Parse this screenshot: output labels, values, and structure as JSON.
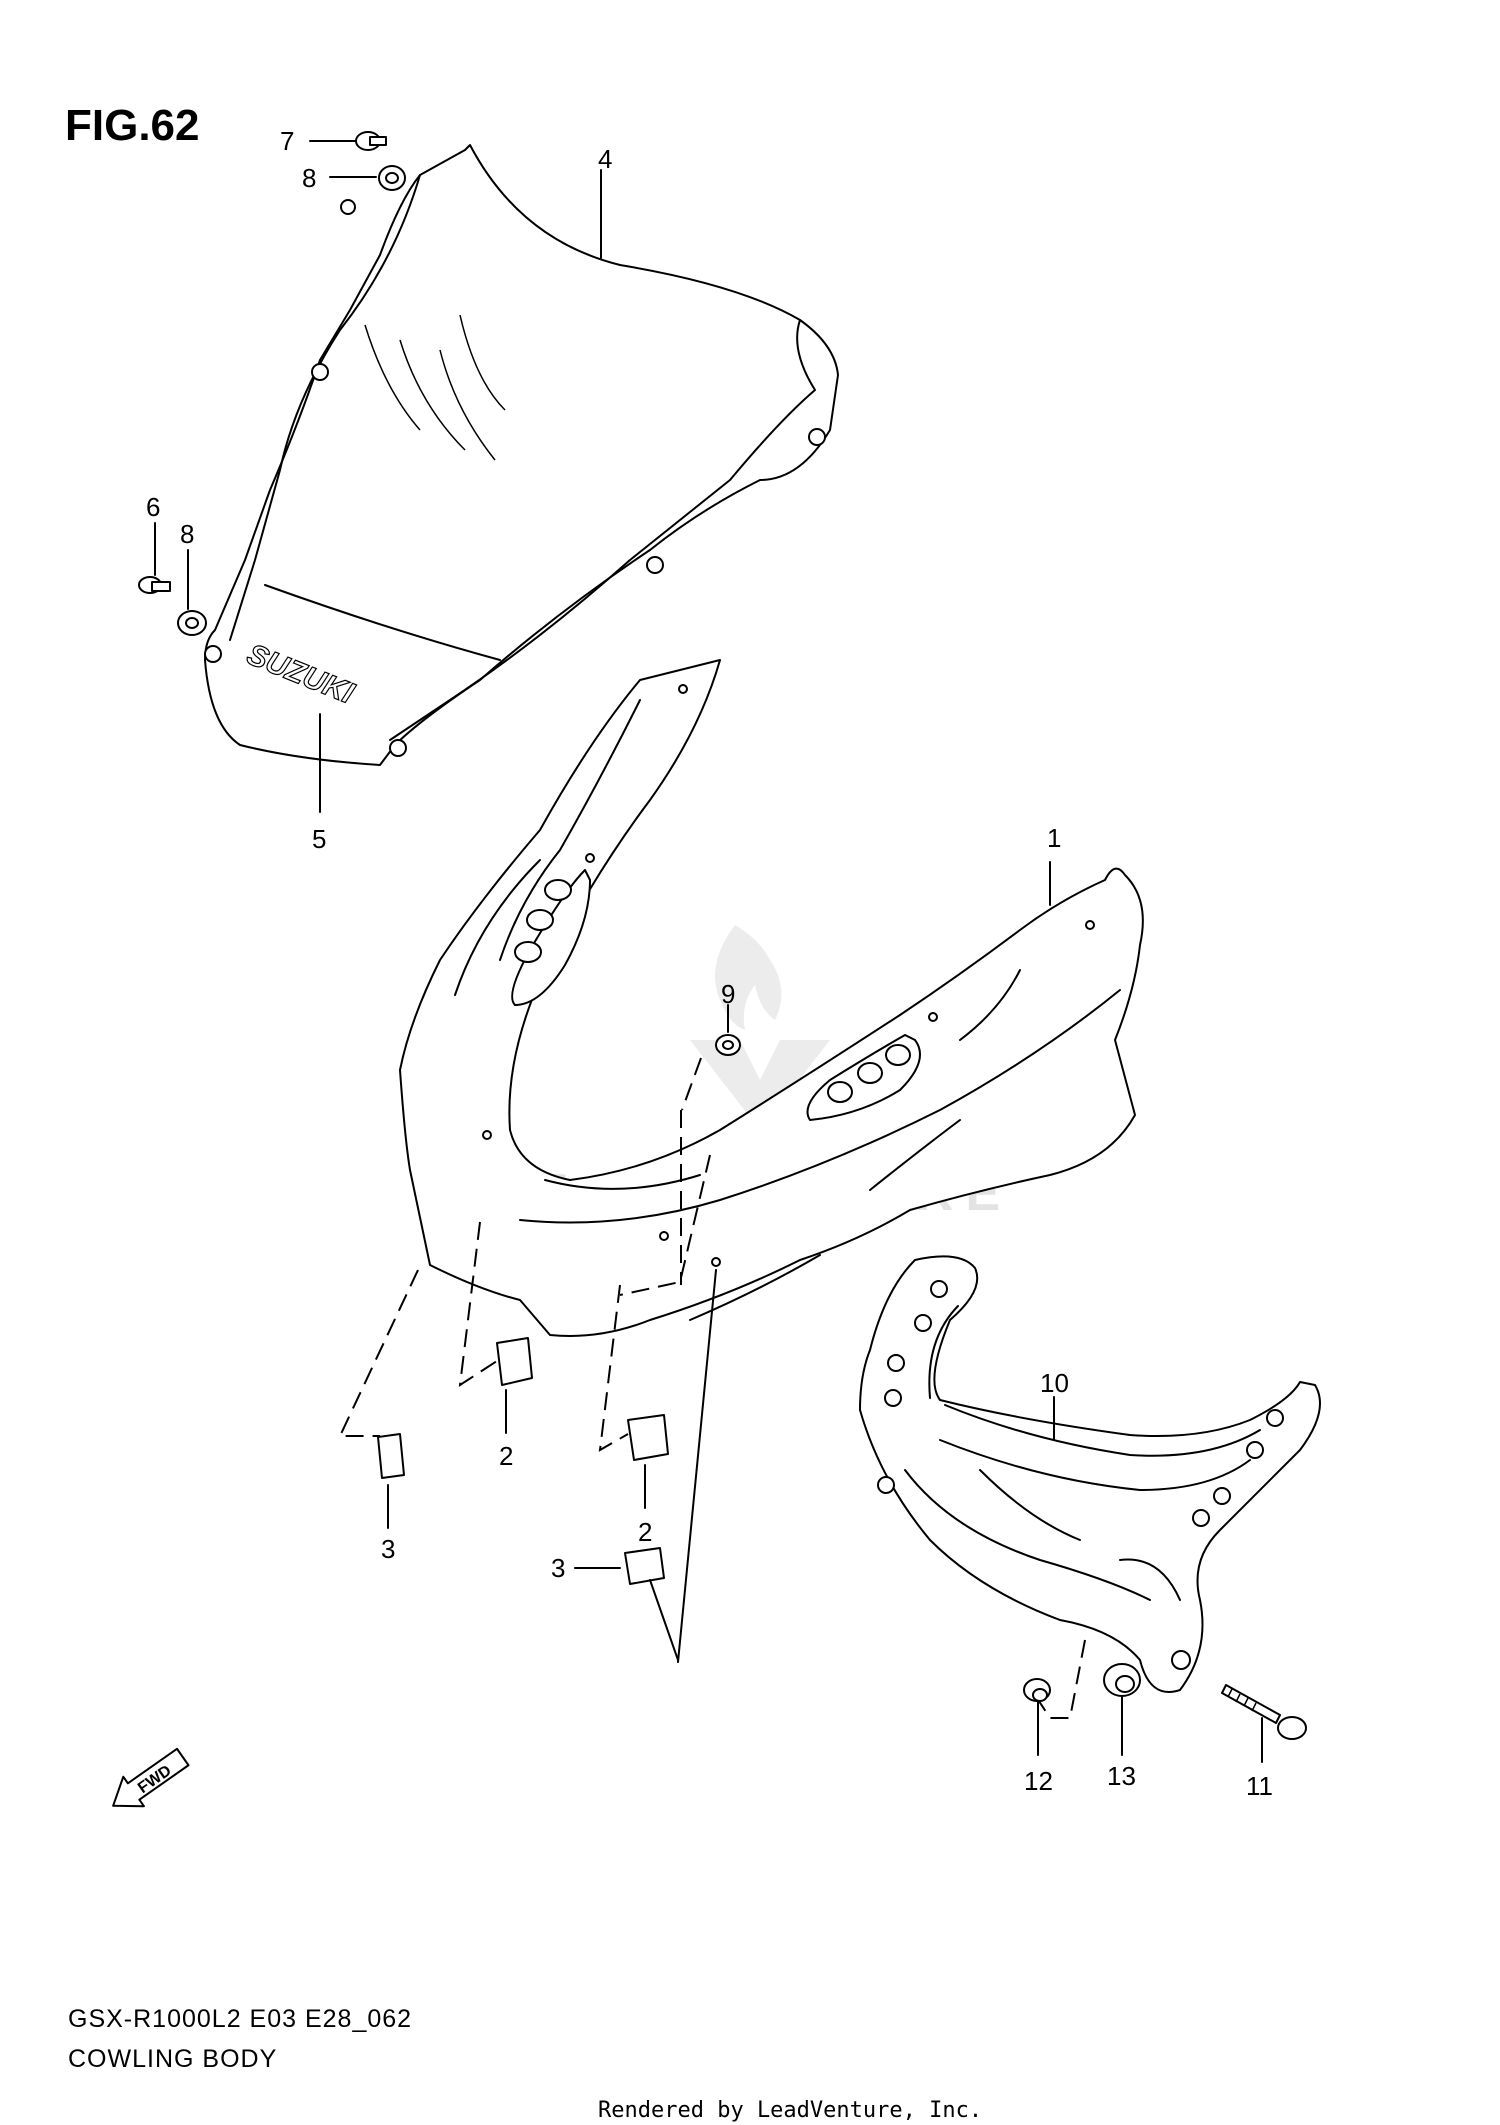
{
  "figure_label": "FIG.62",
  "model_code": "GSX-R1000L2 E03 E28_062",
  "diagram_title": "COWLING BODY",
  "rendered_by": "Rendered by LeadVenture, Inc.",
  "watermark": "LEADVENTURE",
  "windscreen_logo": "SUZUKI",
  "fwd_label": "FWD",
  "callouts": {
    "c1": "1",
    "c2a": "2",
    "c2b": "2",
    "c3a": "3",
    "c3b": "3",
    "c4": "4",
    "c5": "5",
    "c6": "6",
    "c7": "7",
    "c8a": "8",
    "c8b": "8",
    "c9": "9",
    "c10": "10",
    "c11": "11",
    "c12": "12",
    "c13": "13"
  },
  "parts": [
    {
      "ref": "1",
      "item": "cowling-body"
    },
    {
      "ref": "2",
      "item": "cushion"
    },
    {
      "ref": "3",
      "item": "cushion"
    },
    {
      "ref": "4",
      "item": "windscreen"
    },
    {
      "ref": "5",
      "item": "emblem"
    },
    {
      "ref": "6",
      "item": "screw"
    },
    {
      "ref": "7",
      "item": "screw"
    },
    {
      "ref": "8",
      "item": "nut"
    },
    {
      "ref": "9",
      "item": "nut"
    },
    {
      "ref": "10",
      "item": "cowling-brace"
    },
    {
      "ref": "11",
      "item": "bolt"
    },
    {
      "ref": "12",
      "item": "nut"
    },
    {
      "ref": "13",
      "item": "cushion"
    }
  ]
}
